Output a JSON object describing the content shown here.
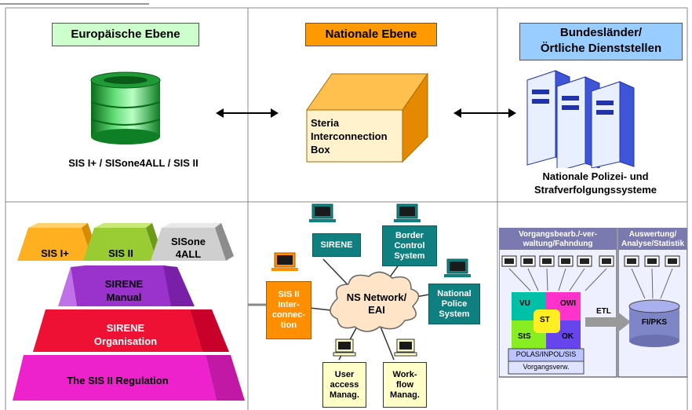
{
  "header": {
    "european": "Europäische Ebene",
    "national": "Nationale Ebene",
    "states": "Bundesländer/\nÖrtliche Dienststellen"
  },
  "top": {
    "sis_label": "SIS I+ / SISone4ALL / SIS II",
    "steria_label": "Steria\nInterconnection\nBox",
    "police_label": "Nationale Polizei- und\nStrafverfolgungssysteme"
  },
  "pyramid": {
    "sis1": "SIS I+",
    "sis2": "SIS II",
    "sisone": "SISone\n4ALL",
    "manual": "SIRENE\nManual",
    "organisation": "SIRENE\nOrganisation",
    "regulation": "The SIS II Regulation"
  },
  "network": {
    "cloud": "NS Network/\nEAI",
    "sirene": "SIRENE",
    "border": "Border\nControl\nSystem",
    "police": "National\nPolice\nSystem",
    "sis2_inter": "SIS II\nInter-\nconnec-\ntion",
    "user_access": "User\naccess\nManag.",
    "workflow": "Work-\nflow\nManag."
  },
  "states_panel": {
    "left_header": "Vorgangsbearb./-ver-\nwaltung/Fahndung",
    "right_header": "Auswertung/\nAnalyse/Statistik",
    "vu": "VU",
    "owi": "OWI",
    "st": "ST",
    "sts": "StS",
    "ok": "OK",
    "polas": "POLAS/INPOL/SIS",
    "vorgang": "Vorgangsverw.",
    "etl": "ETL",
    "fipks": "FI/PKS"
  },
  "colors": {
    "header_green": "#ccffcc",
    "header_orange": "#ff9900",
    "header_blue": "#99ccff",
    "teal": "#0f7f7f",
    "orange": "#ff8f00",
    "yellow_box": "#ffffc8"
  }
}
